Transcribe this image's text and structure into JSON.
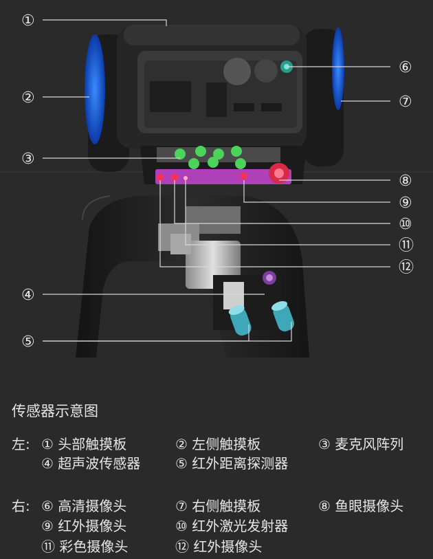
{
  "callouts": [
    "①",
    "②",
    "③",
    "④",
    "⑤",
    "⑥",
    "⑦",
    "⑧",
    "⑨",
    "⑩",
    "⑪",
    "⑫"
  ],
  "legend": {
    "title": "传感器示意图",
    "left_label": "左:",
    "right_label": "右:",
    "left_items": [
      "① 头部触摸板",
      "② 左侧触摸板",
      "③ 麦克风阵列",
      "④ 超声波传感器",
      "⑤ 红外距离探测器"
    ],
    "right_items": [
      "⑥ 高清摄像头",
      "⑦ 右侧触摸板",
      "⑧ 鱼眼摄像头",
      "⑨ 红外摄像头",
      "⑩ 红外激光发射器",
      "⑪ 彩色摄像头",
      "⑫ 红外摄像头"
    ]
  }
}
